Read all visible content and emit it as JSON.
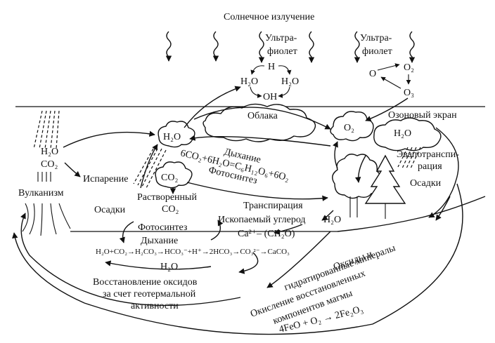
{
  "labels": {
    "sun": "Солнечное излучение",
    "uv1_a": "Ультра-",
    "uv1_b": "фиолет",
    "uv2_a": "Ультра-",
    "uv2_b": "фиолет",
    "h": "H",
    "h2o_a": "H₂O",
    "h2o_b": "H₂O",
    "oh": "OH",
    "o": "O",
    "o2_top": "O₂",
    "o3": "O₃",
    "clouds": "Облака",
    "ozone": "Озоновый экран",
    "o2_cloud": "O₂",
    "h2o_right": "H₂O",
    "evapo_a": "Эвапотранспи-",
    "evapo_b": "рация",
    "precip_right": "Осадки",
    "h2o_left_cloud": "H₂O",
    "respiration": "Дыхание",
    "photo_eq": "6CO₂+6H₂O=C₆H₁₂O₆+6O₂",
    "photosynthesis": "Фотосинтез",
    "h2o_volc": "H₂O",
    "co2_volc": "CO₂",
    "evaporation": "Испарение",
    "co2_cloud": "CO₂",
    "volcanism": "Вулканизм",
    "precip_left": "Осадки",
    "dissolved_a": "Растворенный",
    "dissolved_b": "CO₂",
    "transpiration": "Транспирация",
    "fossil": "Ископаемый углерод",
    "h2o_soil": "H₂O",
    "photo_water": "Фотосинтез",
    "ca_ch2o": "Ca²⁺– (CH₂O)",
    "resp_water": "Дыхание",
    "carbonate_eq": "H₂O+CO₂→H₂CO₃→HCO₃⁻+H⁺→2HCO₃→CO₃²⁻→CaCO₃",
    "h2o_bottom": "H₂O",
    "reduction_a": "Восстановление оксидов",
    "reduction_b": "за счет геотермальной",
    "reduction_c": "активности",
    "oxides_a": "Оксиды и",
    "oxides_b": "гидратированные минералы",
    "oxidation_a": "Окисление восстановленных",
    "oxidation_b": "компонентов магмы",
    "iron_eq": "4FeO + O₂ → 2Fe₂O₃"
  }
}
